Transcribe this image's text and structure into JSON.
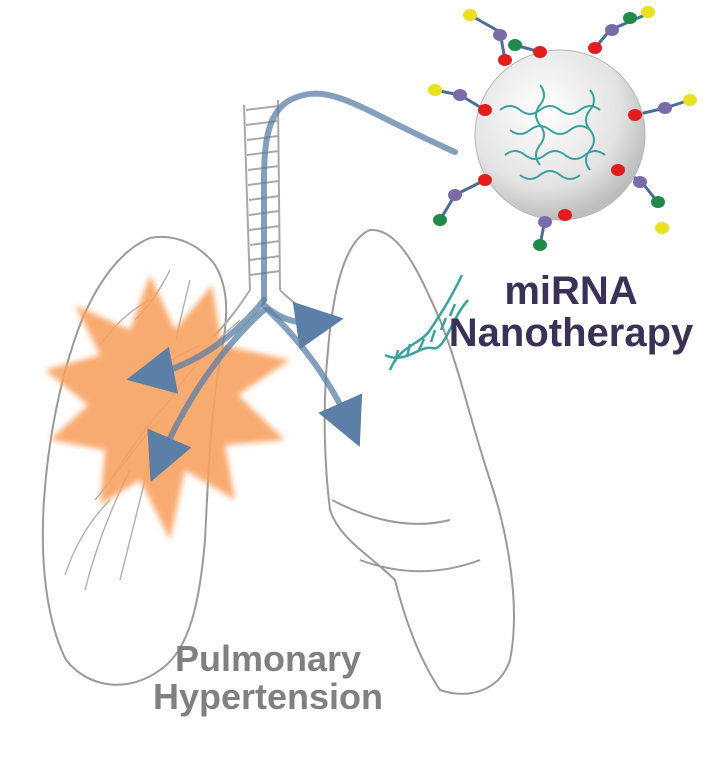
{
  "labels": {
    "therapy_line1": "miRNA",
    "therapy_line2": "Nanotherapy",
    "disease_line1": "Pulmonary",
    "disease_line2": "Hypertension"
  },
  "colors": {
    "therapy_text": "#3b3156",
    "disease_text": "#808080",
    "arrow": "#5b7fa6",
    "lesion": "#f7a25f",
    "lung_outline": "#9a9a9a",
    "rna_helix": "#3aa0a0",
    "nanoparticle": "#e6e6e6",
    "bead_red": "#e11d1d",
    "bead_purple": "#7a6aa8",
    "bead_green": "#1f8a4a",
    "bead_yellow": "#e8e020"
  }
}
